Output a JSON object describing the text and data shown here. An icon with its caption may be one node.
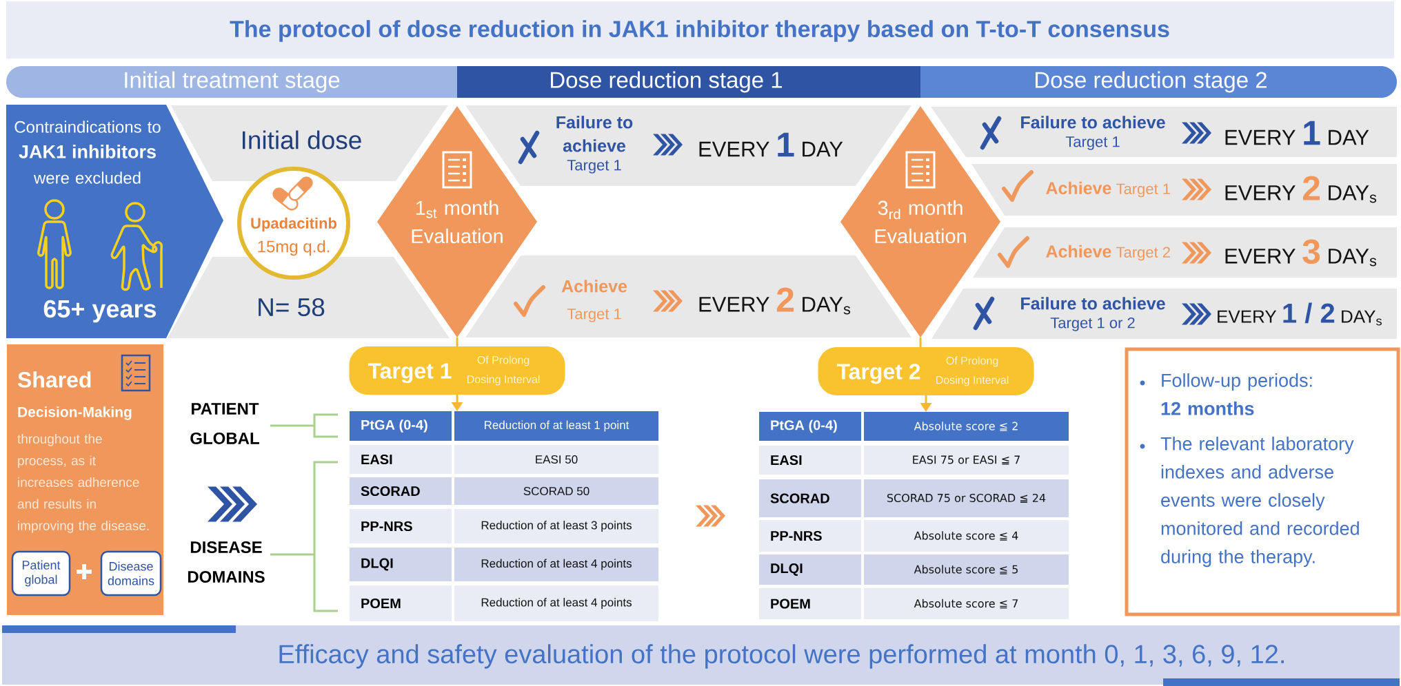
{
  "diagram": {
    "title": "The protocol of dose reduction in JAK1 inhibitor therapy based on T-to-T consensus",
    "nodes": [
      {
        "text": [
          "Initial treatment stage"
        ]
      },
      {
        "text": [
          "Dose reduction stage 1"
        ]
      },
      {
        "text": [
          "Dose reduction stage 2"
        ]
      },
      {
        "text": [
          "Contraindications to **JAK1 inhibitors** were excluded",
          "65+ years"
        ]
      },
      {
        "text": [
          "Initial dose"
        ]
      },
      {
        "text": [
          "Upadacitinb",
          "15mg q.d."
        ]
      },
      {
        "text": [
          "N= 58"
        ]
      },
      {
        "text": [
          "1$_{st}$ month Evaluation"
        ]
      },
      {
        "text": [],
        "shape": "band"
      },
      {
        "text": [
          "Failure to achieve",
          "Target 1"
        ],
        "in": 8
      },
      {
        "text": [
          "EVERY **1** DAY"
        ],
        "in": 8
      },
      {
        "text": [],
        "shape": "band"
      },
      {
        "text": [
          "Achieve",
          "Target 1"
        ],
        "in": 11
      },
      {
        "text": [
          "EVERY **2** DAY$_{s}$"
        ],
        "in": 11
      },
      {
        "text": [
          "3$_{rd}$ month Evaluation"
        ]
      },
      {
        "text": [],
        "shape": "band"
      },
      {
        "text": [
          "Failure to achieve",
          "Target 1"
        ],
        "in": 15
      },
      {
        "text": [
          "EVERY **1** DAY"
        ],
        "in": 15
      },
      {
        "text": [],
        "shape": "band"
      },
      {
        "text": [
          "**Achieve** Target 1"
        ],
        "in": 18
      },
      {
        "text": [
          "EVERY **2** DAY$_{s}$"
        ],
        "in": 18
      },
      {
        "text": [],
        "shape": "band"
      },
      {
        "text": [
          "**Achieve** Target 2"
        ],
        "in": 21
      },
      {
        "text": [
          "EVERY **3** DAY$_{s}$"
        ],
        "in": 21
      },
      {
        "text": [],
        "shape": "band"
      },
      {
        "text": [
          "Failure to achieve",
          "Target 1 or 2"
        ],
        "in": 24
      },
      {
        "text": [
          "EVERY **1 / 2** DAY$_{s}$"
        ],
        "in": 24
      },
      {
        "text": [
          "Shared",
          "Decision-Making",
          "throughout the process, as it increases adherence and results in improving the disease."
        ]
      },
      {
        "text": [
          "Patient global"
        ],
        "in": 27
      },
      {
        "text": [
          "Disease domains"
        ],
        "in": 27
      },
      {
        "text": [
          "Target 1",
          "Of Prolong Dosing Interval"
        ]
      },
      {
        "text": [
          "PtGA (0-4)",
          "Reduction of at least 1 point",
          "EASI",
          "EASI 50",
          "SCORAD",
          "SCORAD 50",
          "PP-NRS",
          "Reduction of at least 3 points",
          "DLQI",
          "Reduction of at least 4 points",
          "POEM",
          "Reduction of at least 4 points"
        ]
      },
      {
        "text": [
          "Target 2",
          "Of Prolong Dosing Interval"
        ]
      },
      {
        "text": [
          "PtGA (0-4)",
          "Absolute score ≦ 2",
          "EASI",
          "EASI 75 or EASI ≦ 7",
          "SCORAD",
          "SCORAD 75 or SCORAD ≦ 24",
          "PP-NRS",
          "Absolute score ≦ 4",
          "DLQI",
          "Absolute score ≦ 5",
          "POEM",
          "Absolute score ≦ 7"
        ]
      },
      {
        "text": [
          "Follow-up periods: **12 months**",
          "The relevant laboratory indexes and adverse events were closely monitored and recorded during the therapy."
        ]
      },
      {
        "text": [
          "Efficacy and safety evaluation of the protocol were performed at month 0, 1, 3, 6, 9, 12."
        ]
      }
    ],
    "edges": [
      {
        "from": 9,
        "to": 10,
        "arrow": "to",
        "color": "#2f54a3"
      },
      {
        "from": 12,
        "to": 13,
        "arrow": "to"
      },
      {
        "from": 16,
        "to": 17,
        "arrow": "to",
        "color": "#2f54a3"
      },
      {
        "from": 19,
        "to": 20,
        "arrow": "to"
      },
      {
        "from": 22,
        "to": 23,
        "arrow": "to"
      },
      {
        "from": 25,
        "to": 26,
        "arrow": "to",
        "color": "#2f54a3"
      },
      {
        "from": 7,
        "to": 30,
        "arrow": "none",
        "color": "#f7b733"
      },
      {
        "from": 30,
        "to": 31,
        "arrow": "to",
        "color": "#f7b733"
      },
      {
        "from": 14,
        "to": 32,
        "arrow": "none",
        "color": "#f7b733"
      },
      {
        "from": 32,
        "to": 33,
        "arrow": "to",
        "color": "#f7b733"
      },
      {
        "from": 31,
        "to": 33,
        "arrow": "to"
      }
    ],
    "labels": [
      "PATIENT GLOBAL",
      "DISEASE DOMAINS"
    ]
  }
}
